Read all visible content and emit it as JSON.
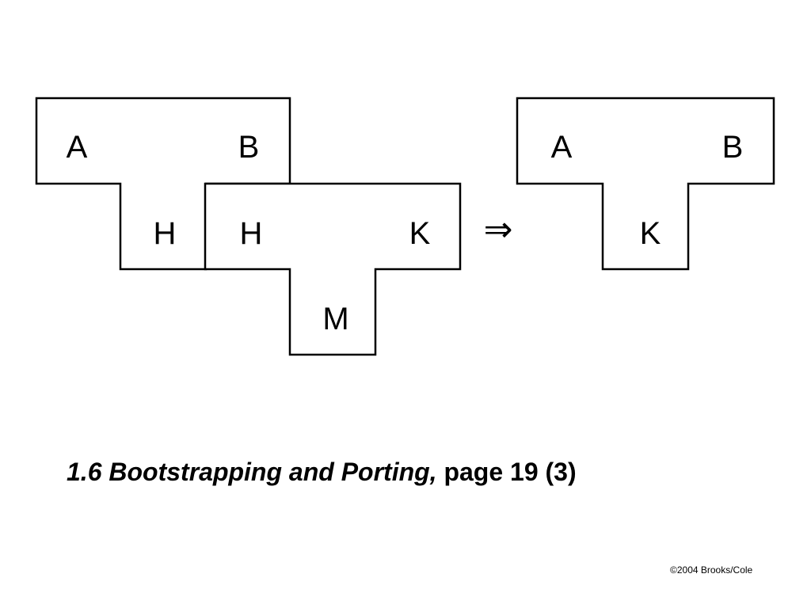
{
  "diagram": {
    "compiler_left": {
      "source": "A",
      "target": "B",
      "implementation": "H"
    },
    "compiler_middle": {
      "source": "H",
      "target": "K",
      "implementation": "M"
    },
    "arrow": "⇒",
    "compiler_result": {
      "source": "A",
      "target": "B",
      "implementation": "K"
    }
  },
  "caption": {
    "section": "1.6  Bootstrapping and Porting",
    "comma": ",",
    "page_ref": " page 19 (3)"
  },
  "footer": {
    "copyright": "©2004 Brooks/Cole"
  }
}
